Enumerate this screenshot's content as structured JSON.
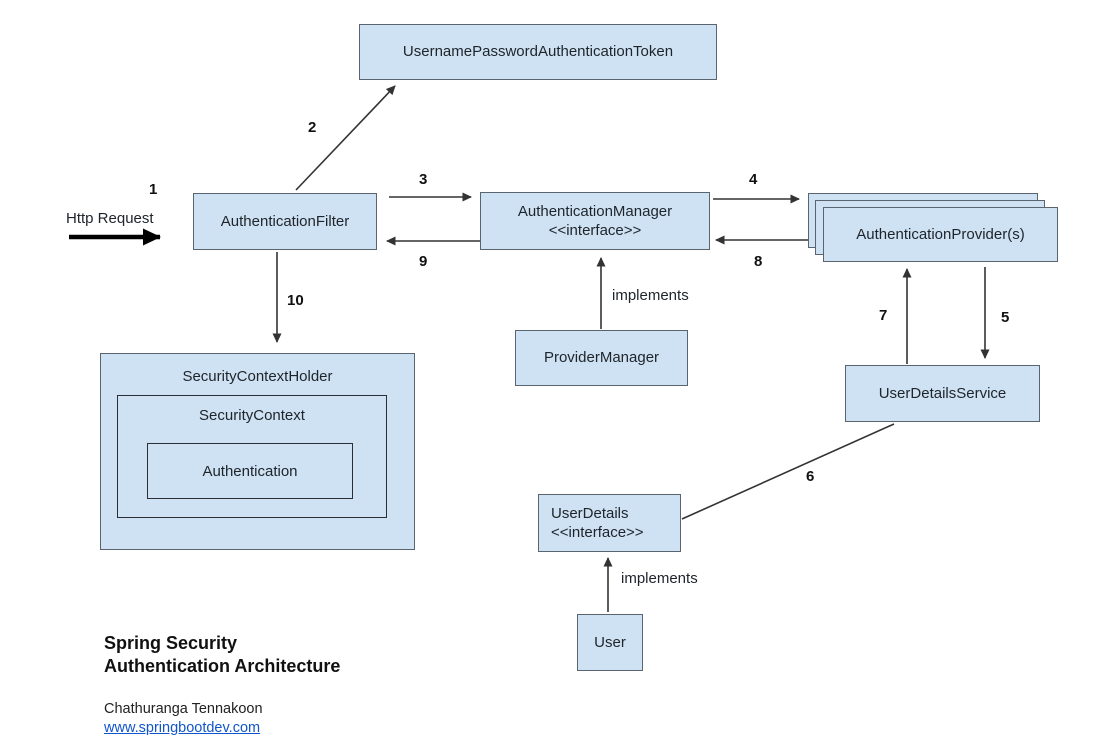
{
  "diagram": {
    "boxes": {
      "token": {
        "label": "UsernamePasswordAuthenticationToken"
      },
      "filter": {
        "label": "AuthenticationFilter"
      },
      "manager": {
        "label": "AuthenticationManager",
        "stereotype": "<<interface>>"
      },
      "providers": {
        "label": "AuthenticationProvider(s)"
      },
      "provider_manager": {
        "label": "ProviderManager"
      },
      "security_context_holder": {
        "label": "SecurityContextHolder"
      },
      "security_context": {
        "label": "SecurityContext"
      },
      "authentication": {
        "label": "Authentication"
      },
      "user_details_service": {
        "label": "UserDetailsService"
      },
      "user_details": {
        "label": "UserDetails",
        "stereotype": "<<interface>>"
      },
      "user": {
        "label": "User"
      }
    },
    "labels": {
      "http_request": "Http Request",
      "implements_manager": "implements",
      "implements_user": "implements"
    },
    "steps": {
      "1": "1",
      "2": "2",
      "3": "3",
      "4": "4",
      "5": "5",
      "6": "6",
      "7": "7",
      "8": "8",
      "9": "9",
      "10": "10"
    },
    "colors": {
      "box_fill": "#cfe2f3",
      "box_border": "#5a646e",
      "inner_border": "#2b2f33",
      "arrow": "#333333",
      "http_arrow": "#000000",
      "link": "#1155cc"
    }
  },
  "footer": {
    "title_line1": "Spring Security",
    "title_line2": "Authentication Architecture",
    "author": "Chathuranga Tennakoon",
    "link": "www.springbootdev.com"
  }
}
